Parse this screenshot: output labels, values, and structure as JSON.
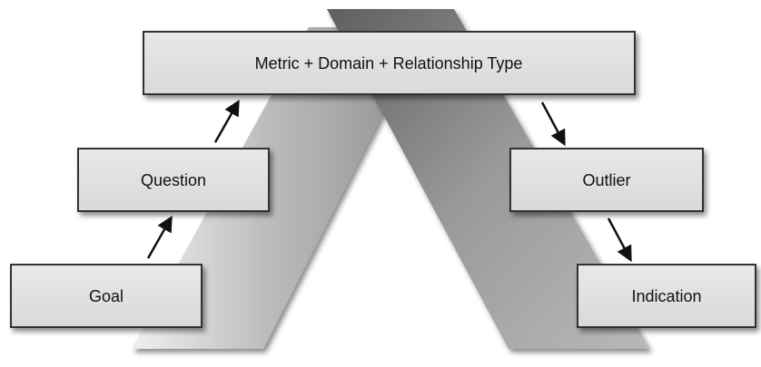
{
  "diagram": {
    "top_box": {
      "label": "Metric + Domain + Relationship Type"
    },
    "left_boxes": [
      {
        "label": "Question"
      },
      {
        "label": "Goal"
      }
    ],
    "right_boxes": [
      {
        "label": "Outlier"
      },
      {
        "label": "Indication"
      }
    ]
  }
}
